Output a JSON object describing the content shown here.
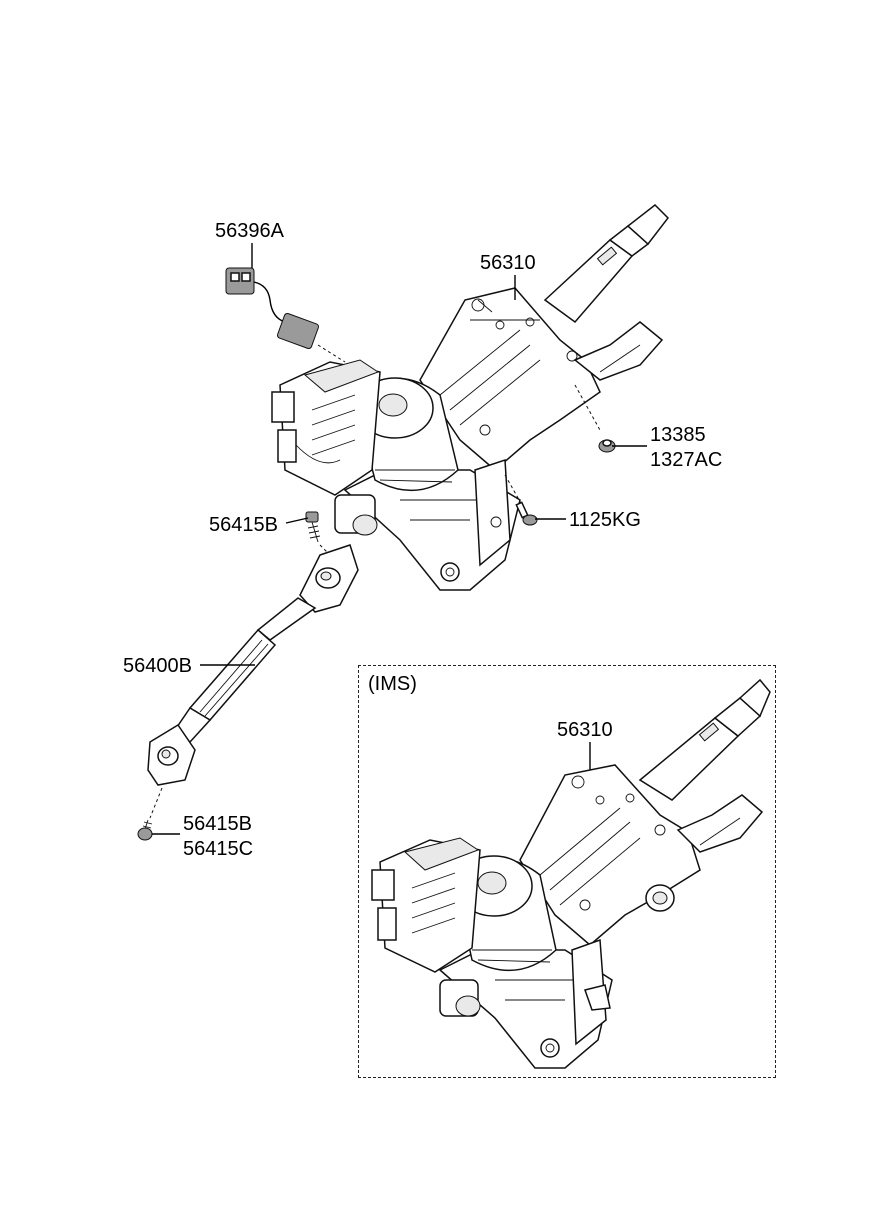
{
  "labels": {
    "connector": "56396A",
    "column_main": "56310",
    "nut_line1": "13385",
    "nut_line2": "1327AC",
    "bolt_upper": "56415B",
    "bolt_side": "1125KG",
    "shaft": "56400B",
    "bolt_lower_line1": "56415B",
    "bolt_lower_line2": "56415C"
  },
  "inset": {
    "title": "(IMS)",
    "column": "56310"
  }
}
